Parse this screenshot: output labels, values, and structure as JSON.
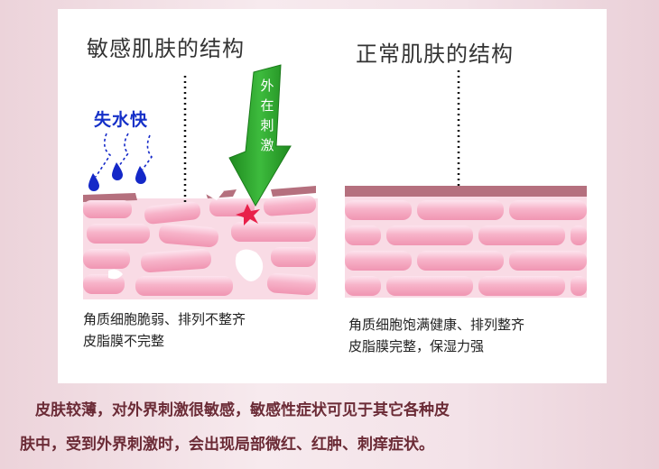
{
  "left": {
    "title": "敏感肌肤的结构",
    "dry_label": "失水快",
    "arrow_chars": [
      "外",
      "在",
      "刺",
      "激"
    ],
    "caption": [
      "角质细胞脆弱、排列不整齐",
      "皮脂膜不完整"
    ]
  },
  "right": {
    "title": "正常肌肤的结构",
    "caption": [
      "角质细胞饱满健康、排列整齐",
      "皮脂膜完整，保湿力强"
    ]
  },
  "footer": [
    "　皮肤较薄，对外界刺激很敏感，敏感性症状可见于其它各种皮",
    "肤中，受到外界刺激时，会出现局部微红、红肿、刺痒症状。"
  ],
  "colors": {
    "cell_pink": "#f5a9c2",
    "cell_light": "#fbd6e3",
    "sebum": "#b5707e",
    "arrow_green": "#2ea32e",
    "drop_blue": "#1428c8",
    "irritation_red": "#e8204a",
    "footer_text": "#6b2b36"
  }
}
